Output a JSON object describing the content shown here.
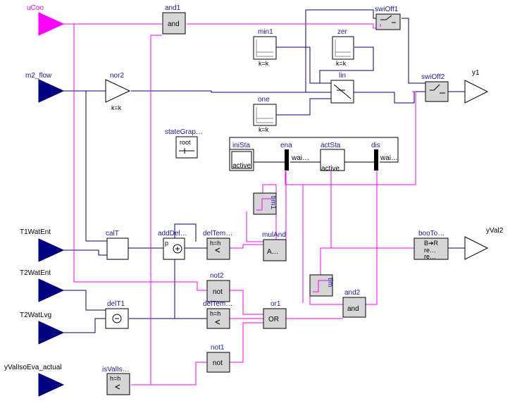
{
  "inputs": {
    "uCoo": "uCoo",
    "m2_flow": "m2_flow",
    "T1WatEnt": "T1WatEnt",
    "T2WatEnt": "T2WatEnt",
    "T2WatLvg": "T2WatLvg",
    "yValIsoEva_actual": "yValIsoEva_actual"
  },
  "outputs": {
    "y1": "y1",
    "yVal2": "yVal2"
  },
  "blocks": {
    "and1": {
      "name": "and1",
      "text": "and"
    },
    "swiOff1": {
      "name": "swiOff1"
    },
    "min1": {
      "name": "min1",
      "param": "k=k"
    },
    "zer": {
      "name": "zer",
      "param": "k=k"
    },
    "nor2": {
      "name": "nor2",
      "param": "k=k"
    },
    "lin": {
      "name": "lin"
    },
    "swiOff2": {
      "name": "swiOff2"
    },
    "one": {
      "name": "one",
      "param": "k=k"
    },
    "stateGraph": {
      "name": "stateGrap…",
      "text": "root"
    },
    "iniSta": {
      "name": "iniSta",
      "text": "active"
    },
    "ena": {
      "name": "ena",
      "text": "wai…"
    },
    "actSta": {
      "name": "actSta",
      "text": "active"
    },
    "dis": {
      "name": "dis",
      "text": "wai…"
    },
    "tim1": {
      "name": "tim1"
    },
    "calT": {
      "name": "calT"
    },
    "addDel": {
      "name": "addDel…",
      "text": "p"
    },
    "delTem1": {
      "name": "delTem…",
      "text": "h=h"
    },
    "mulAnd": {
      "name": "mulAnd",
      "text": "A…"
    },
    "booTo": {
      "name": "booTo…",
      "text": "B➔R",
      "line2": "re…",
      "line3": "re…"
    },
    "not2": {
      "name": "not2",
      "text": "not"
    },
    "tim": {
      "name": "tim"
    },
    "delT1": {
      "name": "delT1"
    },
    "delTem2": {
      "name": "delTem…",
      "text": "h=h"
    },
    "or1": {
      "name": "or1",
      "text": "OR"
    },
    "and2": {
      "name": "and2",
      "text": "and"
    },
    "not1": {
      "name": "not1",
      "text": "not"
    },
    "isValIs": {
      "name": "isValIs…",
      "text": "h=h"
    }
  },
  "colors": {
    "boolean": "#ff00ff",
    "real": "#000080",
    "label": "#1a1aa8",
    "block": "#d6d6d6"
  }
}
